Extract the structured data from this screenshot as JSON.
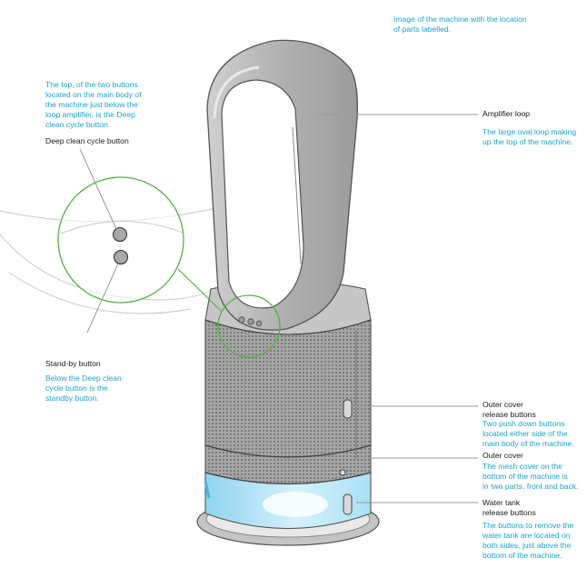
{
  "intro_note": "Image of the machine with the location\nof parts labelled.",
  "labels": {
    "deep_clean": {
      "note": "The top, of the two buttons\nlocated on the main body of\nthe machine just below the\nloop amplifier, is the Deep\nclean cycle button.",
      "title": "Deep clean cycle button"
    },
    "standby": {
      "title": "Stand-by button",
      "note": "Below the Deep clean\ncycle button is the\nstandby button."
    },
    "amplifier_loop": {
      "title": "Amplifier loop",
      "note": "The large oval loop making\nup the top of the machine."
    },
    "outer_cover_release": {
      "title": "Outer cover\nrelease buttons",
      "note": "Two push down buttons\nlocated either side of the\nmain body of the machine."
    },
    "outer_cover": {
      "title": "Outer cover",
      "note": "The mesh cover on the\nbottom of the machine is\nin two parts, front and back."
    },
    "water_tank_release": {
      "title": "Water tank\nrelease buttons",
      "note": "The buttons to remove the\nwater tank are located on\nboth sides, just above the\nbottom of the machine."
    }
  },
  "colors": {
    "annotation_text": "#1aa3cc",
    "label_text": "#1a1a1a",
    "zoom_circle": "#55b046",
    "leader_line": "#9a9a9a",
    "body_grey": "#a9a9a9",
    "water_blue": "#b8e6f7"
  }
}
